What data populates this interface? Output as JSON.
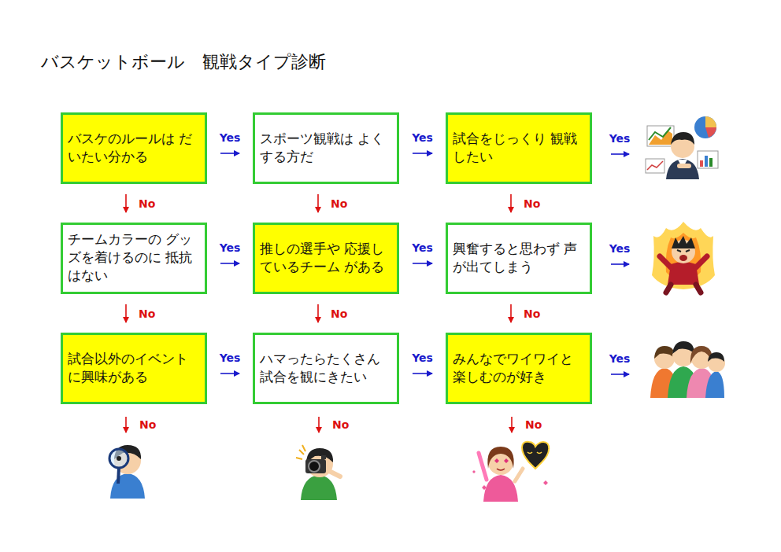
{
  "diagram": {
    "title": "バスケットボール　観戦タイプ診断",
    "nodes": [
      {
        "text": [
          "バスケのルールは だいたい分かる"
        ]
      },
      {
        "text": [
          "スポーツ観戦は よくする方だ"
        ]
      },
      {
        "text": [
          "試合をじっくり 観戦したい"
        ]
      },
      {
        "text": [
          "チームカラーの グッズを着けるのに 抵抗はない"
        ]
      },
      {
        "text": [
          "推しの選手や 応援しているチーム がある"
        ]
      },
      {
        "text": [
          "興奮すると思わず 声が出てしまう"
        ]
      },
      {
        "text": [
          "試合以外のイベント に興味がある"
        ]
      },
      {
        "text": [
          "ハマったらたくさん 試合を観にきたい"
        ]
      },
      {
        "text": [
          "みんなでワイワイと 楽しむのが好き"
        ]
      }
    ],
    "edges": [
      {
        "from": 0,
        "to": 1,
        "label": "Yes",
        "arrow": "to"
      },
      {
        "from": 1,
        "to": 2,
        "label": "Yes",
        "arrow": "to"
      },
      {
        "from": 3,
        "to": 4,
        "label": "Yes",
        "arrow": "to"
      },
      {
        "from": 4,
        "to": 5,
        "label": "Yes",
        "arrow": "to"
      },
      {
        "from": 6,
        "to": 7,
        "label": "Yes",
        "arrow": "to"
      },
      {
        "from": 7,
        "to": 8,
        "label": "Yes",
        "arrow": "to"
      },
      {
        "from": 0,
        "to": 3,
        "label": "No",
        "arrow": "to"
      },
      {
        "from": 3,
        "to": 6,
        "label": "No",
        "arrow": "to"
      },
      {
        "from": 1,
        "to": 4,
        "label": "No",
        "arrow": "to"
      },
      {
        "from": 4,
        "to": 7,
        "label": "No",
        "arrow": "to"
      },
      {
        "from": 2,
        "to": 5,
        "label": "No",
        "arrow": "to"
      },
      {
        "from": 5,
        "to": 8,
        "label": "No",
        "arrow": "to"
      }
    ],
    "labels": [
      "Yes",
      "Yes",
      "Yes",
      "No",
      "No",
      "No"
    ]
  }
}
